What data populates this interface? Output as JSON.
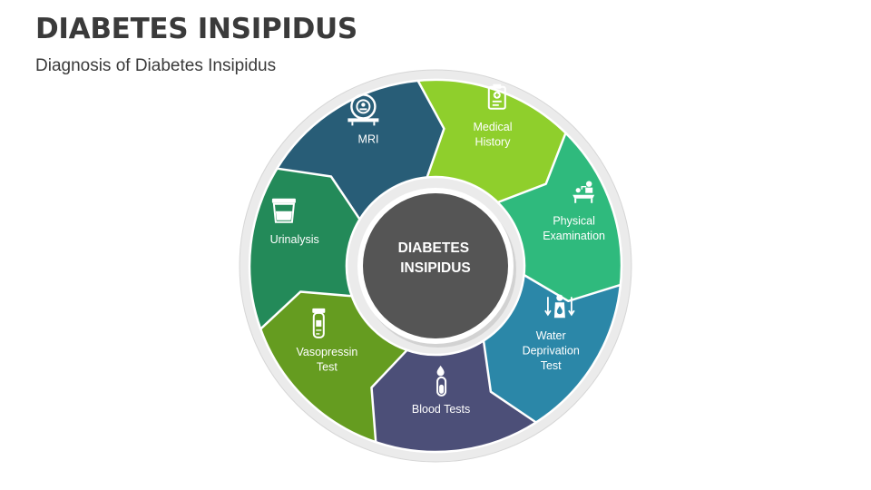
{
  "title": "DIABETES INSIPIDUS",
  "subtitle": "Diagnosis of Diabetes Insipidus",
  "center": {
    "lines": [
      "DIABETES",
      "INSIPIDUS"
    ],
    "color": "#555555"
  },
  "ring_color": "#ebebeb",
  "segments": [
    {
      "label_lines": [
        "Medical",
        "History"
      ],
      "icon": "clipboard-icon",
      "color": "#8fcf2c"
    },
    {
      "label_lines": [
        "Physical",
        "Examination"
      ],
      "icon": "doctor-patient-icon",
      "color": "#2fba7d"
    },
    {
      "label_lines": [
        "Water",
        "Deprivation",
        "Test"
      ],
      "icon": "body-fluid-arrows-icon",
      "color": "#2b87a8"
    },
    {
      "label_lines": [
        "Blood Tests"
      ],
      "icon": "test-tube-drop-icon",
      "color": "#4c4f78"
    },
    {
      "label_lines": [
        "Vasopressin",
        "Test"
      ],
      "icon": "vial-icon",
      "color": "#659c20"
    },
    {
      "label_lines": [
        "Urinalysis"
      ],
      "icon": "specimen-cup-icon",
      "color": "#238a59"
    },
    {
      "label_lines": [
        "MRI"
      ],
      "icon": "mri-scanner-icon",
      "color": "#285d77"
    }
  ]
}
